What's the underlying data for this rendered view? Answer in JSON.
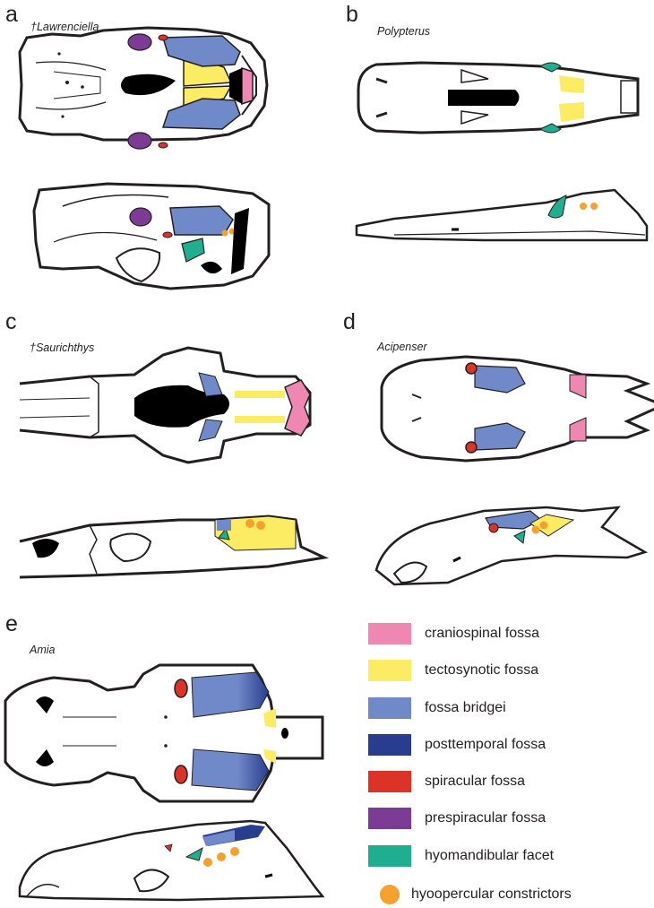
{
  "panels": [
    {
      "letter": "a",
      "taxon": "†Lawrenciella"
    },
    {
      "letter": "b",
      "taxon": "Polypterus"
    },
    {
      "letter": "c",
      "taxon": "†Saurichthys"
    },
    {
      "letter": "d",
      "taxon": "Acipenser"
    },
    {
      "letter": "e",
      "taxon": "Amia"
    }
  ],
  "legend": [
    {
      "label": "craniospinal fossa",
      "color": "#ee87b2",
      "shape": "swatch"
    },
    {
      "label": "tectosynotic fossa",
      "color": "#fbec63",
      "shape": "swatch"
    },
    {
      "label": "fossa bridgei",
      "color": "#7089c8",
      "shape": "swatch"
    },
    {
      "label": "posttemporal fossa",
      "color": "#283d8d",
      "shape": "swatch"
    },
    {
      "label": "spiracular fossa",
      "color": "#dd3228",
      "shape": "swatch"
    },
    {
      "label": "prespiracular fossa",
      "color": "#7c3c95",
      "shape": "swatch"
    },
    {
      "label": "hyomandibular facet",
      "color": "#1fae8f",
      "shape": "swatch"
    },
    {
      "label": "hyoopercular constrictors",
      "color": "#f6a12d",
      "shape": "circle"
    }
  ]
}
